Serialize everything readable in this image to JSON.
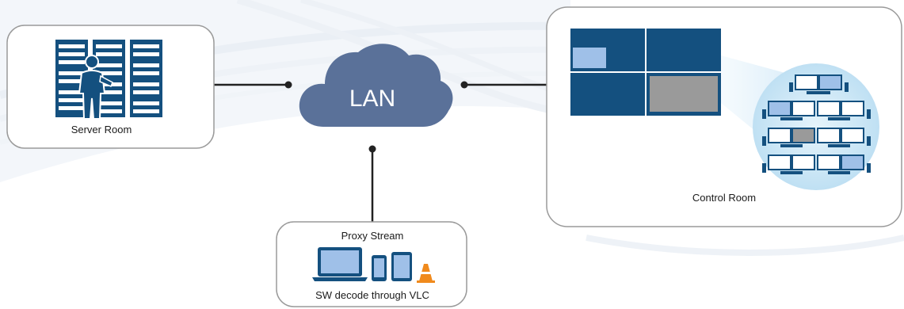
{
  "nodes": {
    "server_room": {
      "label": "Server Room"
    },
    "lan": {
      "label": "LAN"
    },
    "control_room": {
      "label": "Control Room"
    },
    "proxy": {
      "title": "Proxy Stream",
      "subtitle": "SW decode through VLC"
    }
  },
  "colors": {
    "primary": "#14507f",
    "cloud": "#5a7199",
    "screen_light": "#9fc0e8",
    "screen_gray": "#9a9a9a",
    "halo": "#cfe7f7",
    "line": "#222222",
    "box_border": "#9a9a9a",
    "vlc_orange": "#f08a1c"
  },
  "icons": [
    "server-rack-icon",
    "operator-icon",
    "lan-cloud-icon",
    "video-wall-icon",
    "operator-desks-icon",
    "laptop-icon",
    "phone-icon",
    "tablet-icon",
    "vlc-cone-icon"
  ]
}
